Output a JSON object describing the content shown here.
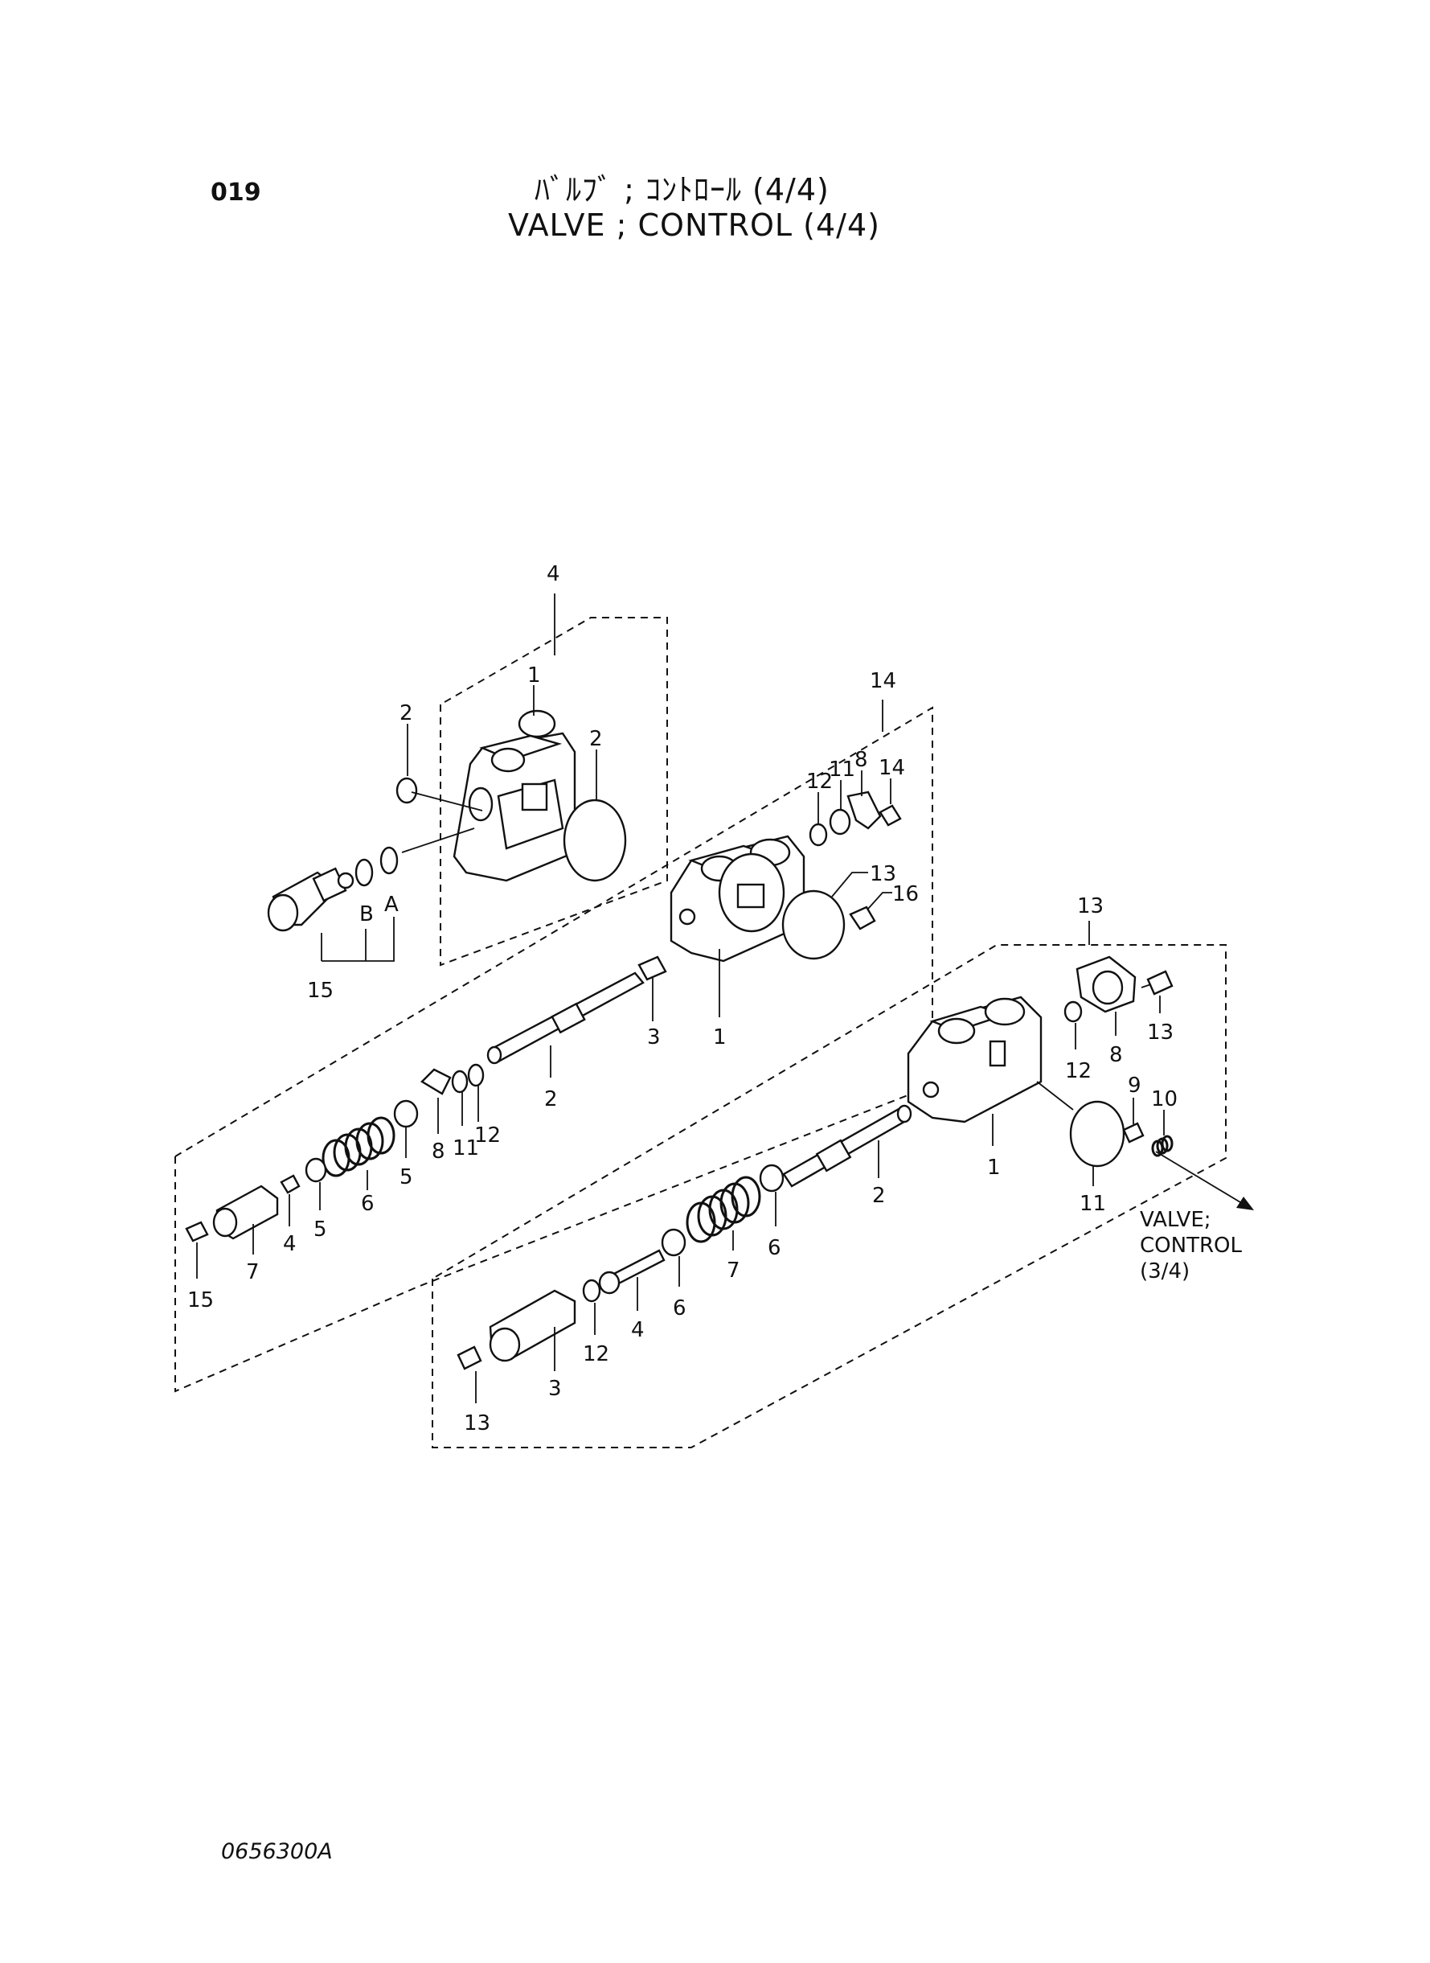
{
  "header": {
    "page_number": "019",
    "title_jp": "ﾊﾞﾙﾌﾞ ; ｺﾝﾄﾛｰﾙ (4/4)",
    "title_en": "VALVE ; CONTROL (4/4)"
  },
  "footer": {
    "drawing_code": "0656300A"
  },
  "callouts": {
    "g4": "4",
    "g4_1": "1",
    "g4_2a": "2",
    "g4_2b": "2",
    "g4_15": "15",
    "port_b": "B",
    "port_a": "A",
    "g14": "14",
    "g14_12a": "12",
    "g14_11a": "11",
    "g14_8a": "8",
    "g14_14": "14",
    "g14_13": "13",
    "g14_16": "16",
    "g14_3": "3",
    "g14_1": "1",
    "g14_2": "2",
    "g14_8b": "8",
    "g14_11b": "11",
    "g14_12b": "12",
    "g14_5a": "5",
    "g14_6": "6",
    "g14_5b": "5",
    "g14_4": "4",
    "g14_7": "7",
    "g14_15": "15",
    "g13": "13",
    "g13_13a": "13",
    "g13_12a": "12",
    "g13_8": "8",
    "g13_1": "1",
    "g13_9": "9",
    "g13_10": "10",
    "g13_11": "11",
    "g13_2": "2",
    "g13_6a": "6",
    "g13_7": "7",
    "g13_6b": "6",
    "g13_4": "4",
    "g13_12b": "12",
    "g13_3": "3",
    "g13_13b": "13"
  },
  "reference": {
    "line1": "VALVE;",
    "line2": "CONTROL",
    "line3": "(3/4)"
  }
}
